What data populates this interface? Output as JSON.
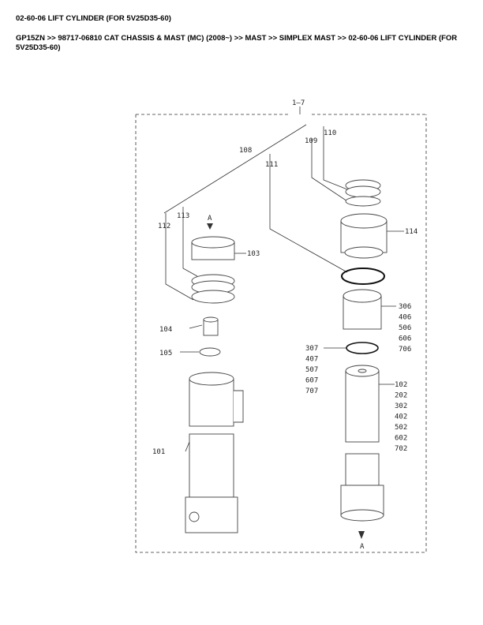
{
  "page_title": "02-60-06 LIFT CYLINDER (FOR 5V25D35-60)",
  "breadcrumb": "GP15ZN >> 98717-06810 CAT CHASSIS & MAST (MC) (2008~) >> MAST >> SIMPLEX MAST >> 02-60-06 LIFT CYLINDER (FOR 5V25D35-60)",
  "diagram": {
    "assembly": "1–7",
    "view_marker_top": "A",
    "view_marker_bottom": "A",
    "callouts": {
      "p110": "110",
      "p109": "109",
      "p108": "108",
      "p111": "111",
      "p113": "113",
      "p112": "112",
      "p114": "114",
      "p103": "103",
      "p104": "104",
      "p105": "105",
      "p101": "101"
    },
    "group_306": [
      "306",
      "406",
      "506",
      "606",
      "706"
    ],
    "group_307": [
      "307",
      "407",
      "507",
      "607",
      "707"
    ],
    "group_102": [
      "102",
      "202",
      "302",
      "402",
      "502",
      "602",
      "702"
    ]
  }
}
